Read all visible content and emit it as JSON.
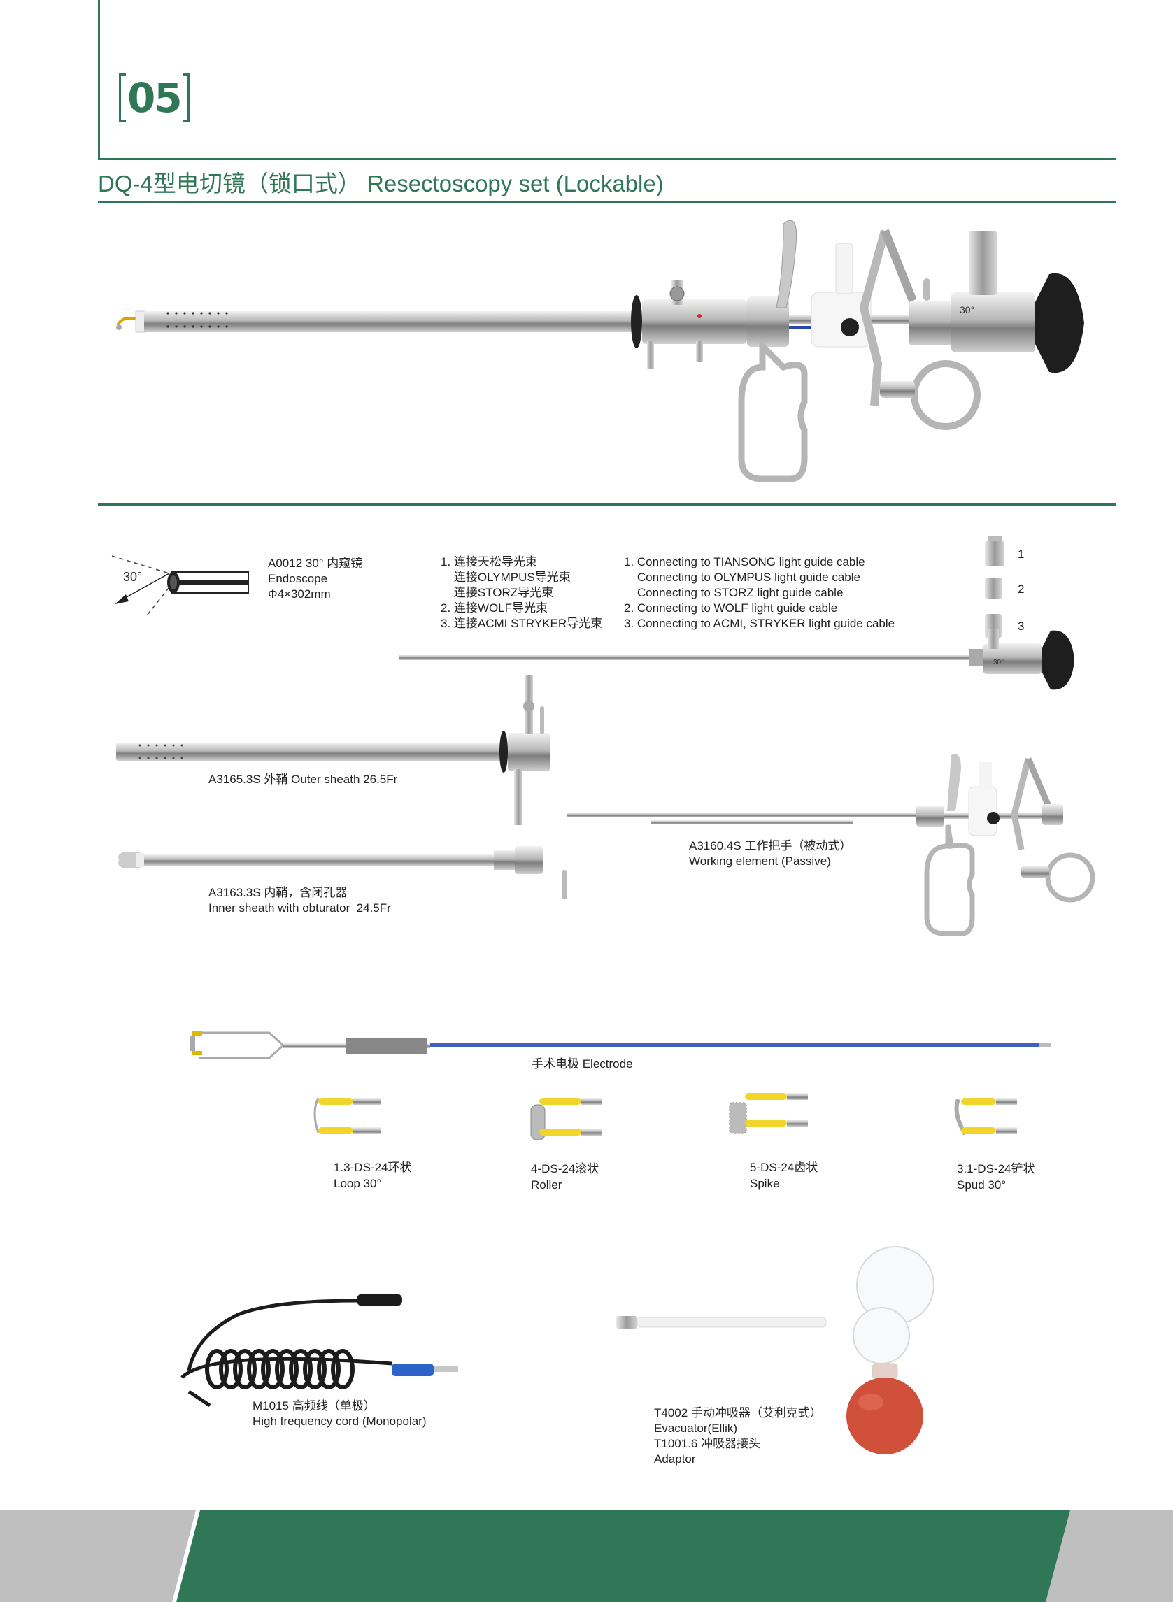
{
  "page": {
    "section_number": "05",
    "title": "DQ-4型电切镜（锁口式） Resectoscopy set (Lockable)",
    "colors": {
      "accent": "#2f7757",
      "footer_gray": "#bfbfbf",
      "text": "#222222"
    }
  },
  "endoscope": {
    "angle_label": "30°",
    "lines": [
      "A0012 30° 内窥镜",
      "Endoscope",
      "Φ4×302mm"
    ]
  },
  "connectors": {
    "cn": [
      "1. 连接天松导光束",
      "    连接OLYMPUS导光束",
      "    连接STORZ导光束",
      "2. 连接WOLF导光束",
      "3. 连接ACMI STRYKER导光束"
    ],
    "en": [
      "1. Connecting to TIANSONG light guide cable",
      "    Connecting to OLYMPUS light guide cable",
      "    Connecting to STORZ light guide cable",
      "2. Connecting to WOLF light guide cable",
      "3. Connecting to ACMI, STRYKER light guide cable"
    ],
    "adapter_numbers": [
      "1",
      "2",
      "3"
    ],
    "scope_marking": "30°"
  },
  "outer_sheath": {
    "label": "A3165.3S 外鞘 Outer sheath 26.5Fr"
  },
  "inner_sheath": {
    "lines": [
      "A3163.3S 内鞘，含闭孔器",
      "Inner sheath with obturator  24.5Fr"
    ]
  },
  "working_element": {
    "lines": [
      "A3160.4S 工作把手（被动式）",
      "Working element (Passive)"
    ]
  },
  "electrode": {
    "label": "手术电极 Electrode"
  },
  "electrode_tips": [
    {
      "code": "1.3-DS-24环状",
      "name": "Loop 30°"
    },
    {
      "code": "4-DS-24滚状",
      "name": "Roller"
    },
    {
      "code": "5-DS-24齿状",
      "name": "Spike"
    },
    {
      "code": "3.1-DS-24铲状",
      "name": "Spud 30°"
    }
  ],
  "cord": {
    "lines": [
      "M1015 高频线（单极）",
      "High frequency cord (Monopolar)"
    ]
  },
  "evacuator": {
    "lines": [
      "T4002 手动冲吸器（艾利克式）",
      "Evacuator(Ellik)",
      "T1001.6 冲吸器接头",
      "Adaptor"
    ]
  }
}
